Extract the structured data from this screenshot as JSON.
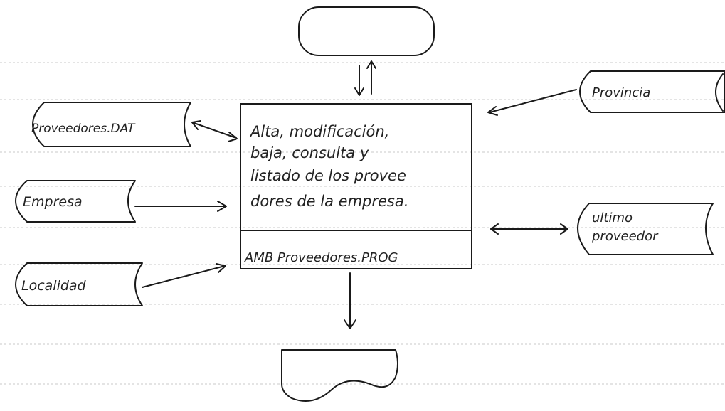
{
  "process": {
    "description_lines": [
      "Alta, modificación,",
      "baja, consulta y",
      "listado de los provee",
      "dores de la empresa."
    ],
    "program_name": "AMB Proveedores.PROG"
  },
  "inputs": {
    "proveedores_file": "Proveedores.DAT",
    "empresa": "Empresa",
    "localidad": "Localidad",
    "provincia": "Provincia",
    "ultimo_proveedor": [
      "ultimo",
      "proveedor"
    ]
  }
}
